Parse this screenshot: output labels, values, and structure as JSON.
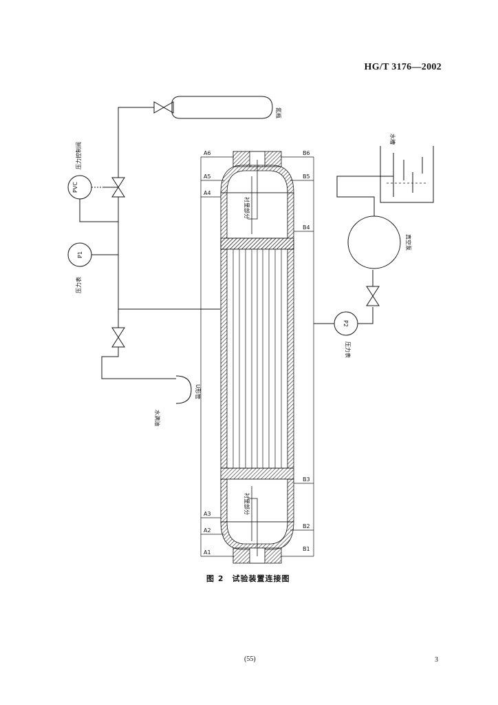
{
  "header": {
    "standard_code": "HG/T 3176—2002"
  },
  "figure": {
    "number": "图 2",
    "title": "试验装置连接图",
    "labels": {
      "nitrogen_bottle": "氮瓶",
      "pressure_control_valve": "PVC",
      "pressure_control_label": "压力控制阀",
      "pressure_gauge_1": "P1",
      "pressure_gauge_1_label": "压力表",
      "pressure_gauge_2": "P2",
      "pressure_gauge_2_label": "压力表",
      "u_tube": "U形管",
      "water_seal": "水满油",
      "water_tank": "水槽",
      "vacuum_pump": "真空泵",
      "lining_top": "衬里部分",
      "lining_bottom": "衬里部分"
    },
    "left_markers": [
      "A6",
      "A5",
      "A4",
      "A3",
      "A2",
      "A1"
    ],
    "right_markers": [
      "B6",
      "B5",
      "B4",
      "B3",
      "B2",
      "B1"
    ]
  },
  "footer": {
    "center_page": "(55)",
    "page_number": "3"
  }
}
